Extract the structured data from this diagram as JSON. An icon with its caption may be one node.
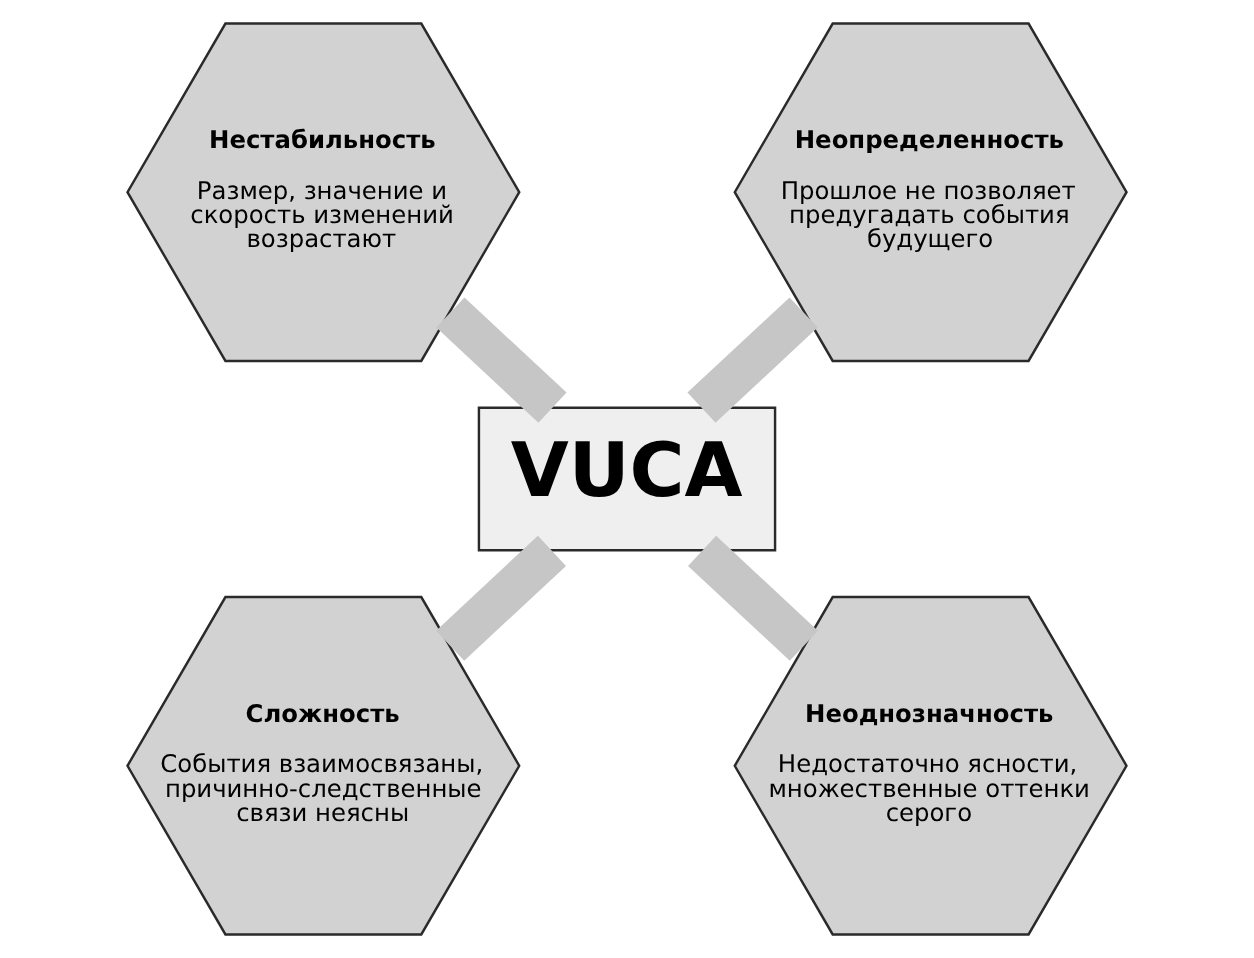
{
  "diagram": {
    "nodes": [
      {
        "text": [
          "Нестабильность",
          "Размер, значение и скорость изменений возрастают"
        ]
      },
      {
        "text": [
          "Неопределенность",
          "Прошлое не позволяет предугадать события будущего"
        ]
      },
      {
        "text": [
          "VUCA"
        ]
      },
      {
        "text": [
          "Сложность",
          "События взаимосвязаны, причинно-следственные связи неясны"
        ]
      },
      {
        "text": [
          "Неоднозначность",
          "Недостаточно ясности, множественные оттенки серого"
        ]
      }
    ],
    "edges": [
      {
        "from": 0,
        "to": 2,
        "arrow": "none"
      },
      {
        "from": 1,
        "to": 2,
        "arrow": "none"
      },
      {
        "from": 2,
        "to": 3,
        "arrow": "none"
      },
      {
        "from": 2,
        "to": 4,
        "arrow": "none"
      }
    ]
  }
}
